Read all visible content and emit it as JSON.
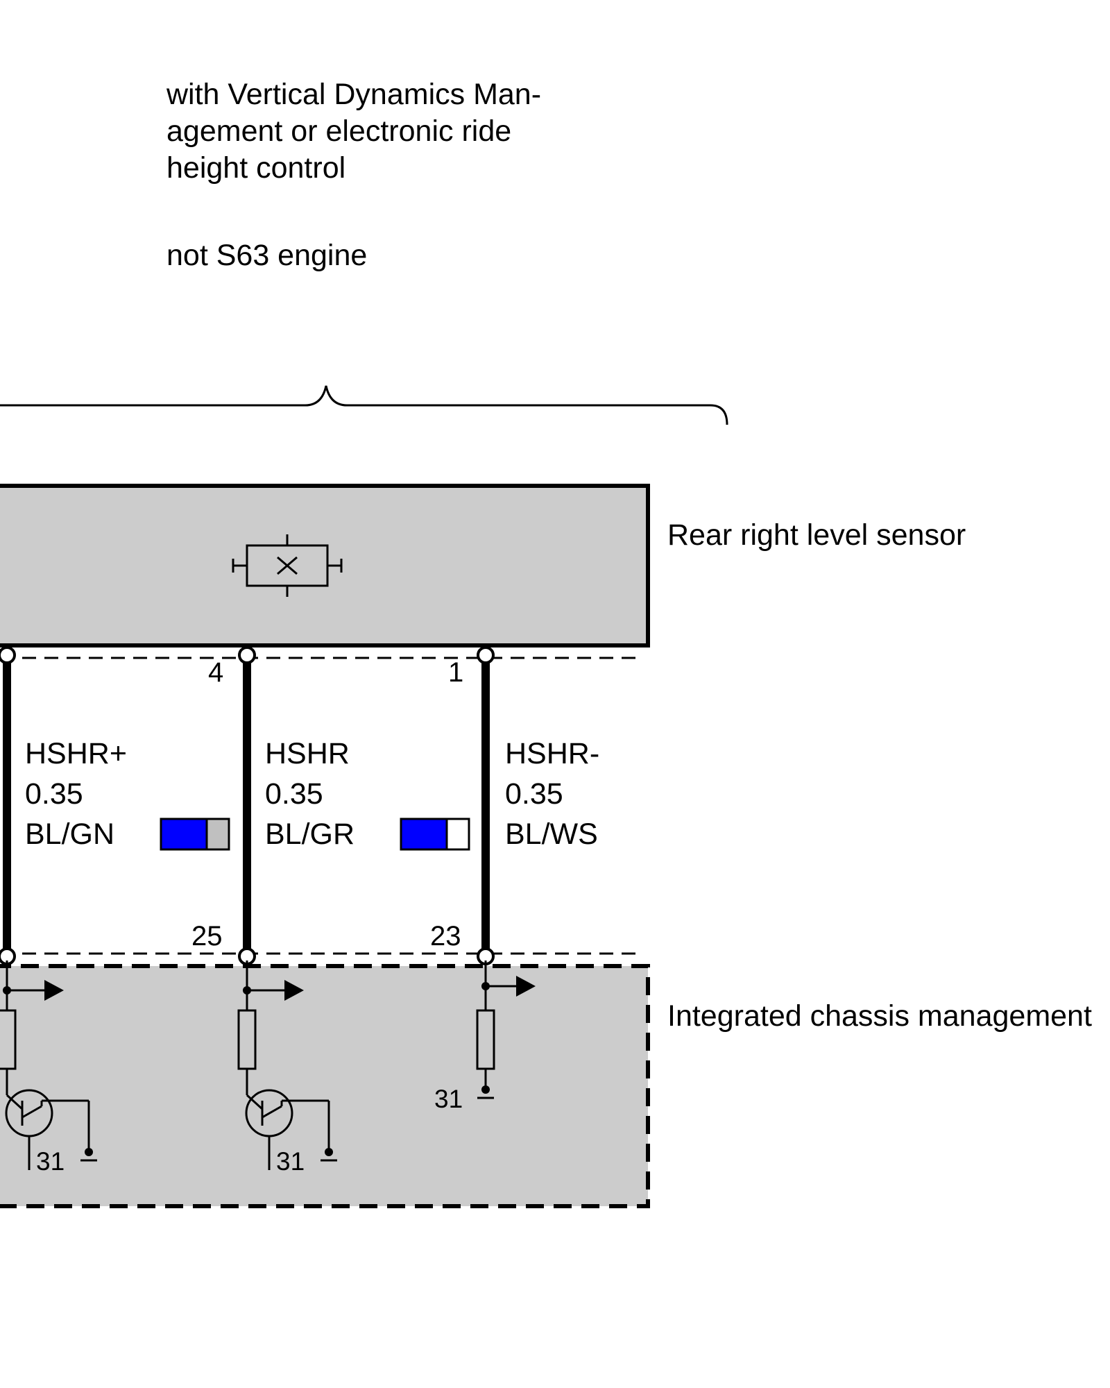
{
  "notes": {
    "condition_lines": [
      "with Vertical Dynamics Man-",
      "agement or electronic ride",
      "height control"
    ],
    "engine_note": "not S63 engine"
  },
  "components": {
    "sensor": {
      "label": "Rear right level sensor"
    },
    "ecu": {
      "label": "Integrated chassis management"
    }
  },
  "wires": [
    {
      "signal": "HSHR+",
      "gauge": "0.35",
      "color_code": "BL/GN",
      "pin_top": "4",
      "pin_bottom": "25",
      "swatch_primary": "#0000ff",
      "swatch_secondary": "#c0c0c0"
    },
    {
      "signal": "HSHR",
      "gauge": "0.35",
      "color_code": "BL/GR",
      "pin_top": "1",
      "pin_bottom": "23",
      "swatch_primary": "#0000ff",
      "swatch_secondary": "#ffffff"
    },
    {
      "signal": "HSHR-",
      "gauge": "0.35",
      "color_code": "BL/WS"
    }
  ],
  "grounds": [
    "31",
    "31",
    "31"
  ],
  "colors": {
    "component_fill": "#cccccc",
    "line": "#000000",
    "wire_blue": "#0000ff"
  }
}
